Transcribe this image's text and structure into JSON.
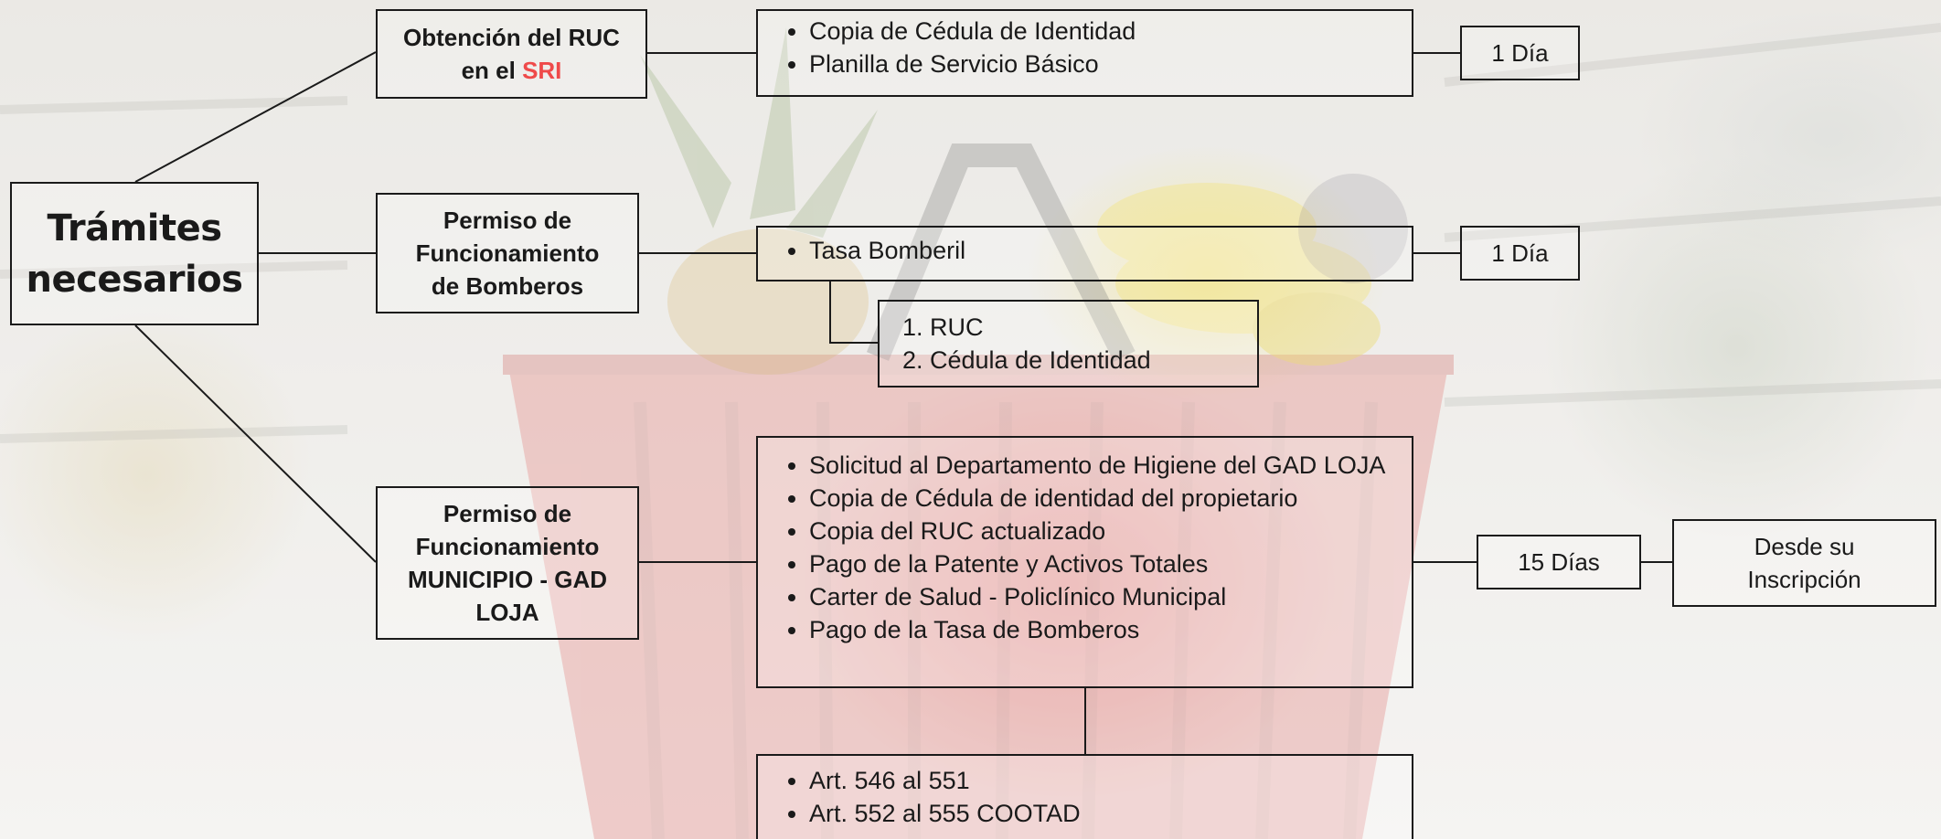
{
  "root": {
    "line1": "Trámites",
    "line2": "necesarios"
  },
  "ruc": {
    "title_line1": "Obtención del RUC",
    "title_line2_prefix": "en el ",
    "title_line2_accent": "SRI",
    "requirements": [
      "Copia de Cédula de Identidad",
      "Planilla de Servicio Básico"
    ],
    "duration": "1 Día"
  },
  "bomberos": {
    "title_lines": [
      "Permiso de",
      "Funcionamiento",
      "de Bomberos"
    ],
    "requirements": [
      "Tasa Bomberil"
    ],
    "sub_requirements": [
      "RUC",
      "Cédula de Identidad"
    ],
    "duration": "1 Día"
  },
  "municipio": {
    "title_lines": [
      "Permiso de",
      "Funcionamiento",
      "MUNICIPIO - GAD",
      "LOJA"
    ],
    "requirements": [
      "Solicitud al Departamento de Higiene del GAD LOJA",
      "Copia de Cédula de identidad del propietario",
      "Copia del RUC actualizado",
      "Pago de la Patente y Activos Totales",
      "Carter de Salud - Policlínico Municipal",
      "Pago de la Tasa de Bomberos"
    ],
    "duration": "15 Días",
    "duration_note_lines": [
      "Desde su",
      "Inscripción"
    ],
    "legal_basis": [
      "Art. 546 al 551",
      "Art. 552 al 555 COOTAD"
    ]
  },
  "colors": {
    "accent": "#ef4a4a",
    "stroke": "#1a1a1a",
    "basket_red": "#d9534f",
    "banana_yellow": "#f0dc5a"
  }
}
